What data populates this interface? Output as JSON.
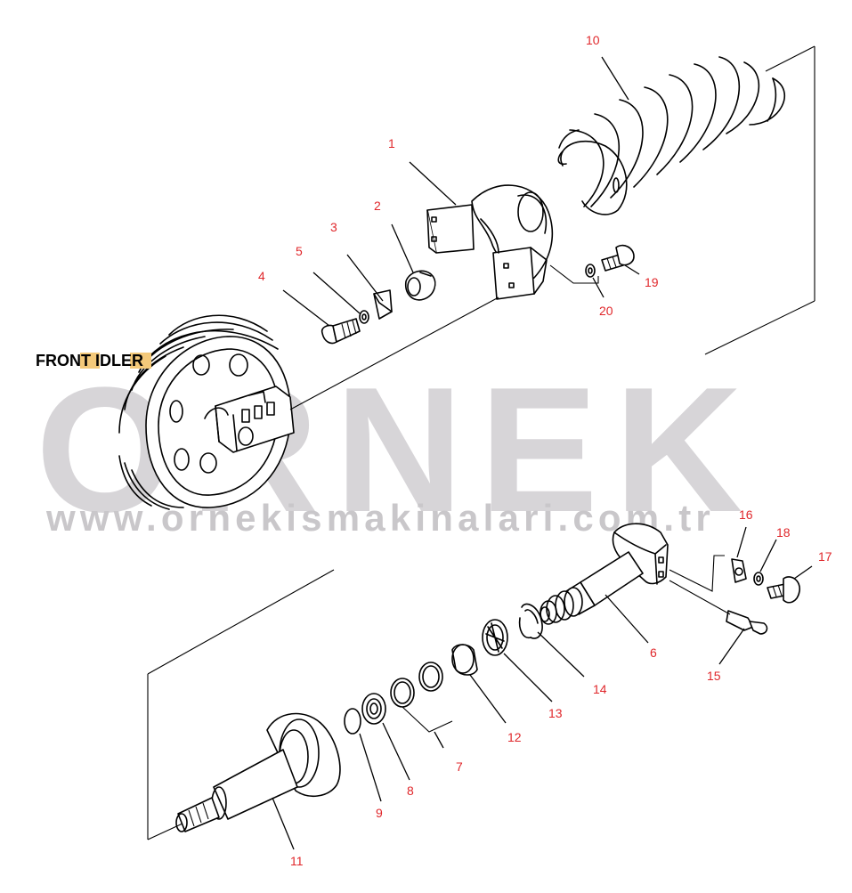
{
  "diagram": {
    "title": "FRONT IDLER",
    "watermark": {
      "brand": "ORNEK",
      "url": "www.ornekismakinalari.com.tr"
    },
    "callouts": [
      {
        "id": "c1",
        "text": "1"
      },
      {
        "id": "c2",
        "text": "2"
      },
      {
        "id": "c3",
        "text": "3"
      },
      {
        "id": "c4",
        "text": "4"
      },
      {
        "id": "c5",
        "text": "5"
      },
      {
        "id": "c6",
        "text": "6"
      },
      {
        "id": "c7",
        "text": "7"
      },
      {
        "id": "c8",
        "text": "8"
      },
      {
        "id": "c9",
        "text": "9"
      },
      {
        "id": "c10",
        "text": "10"
      },
      {
        "id": "c11",
        "text": "11"
      },
      {
        "id": "c12",
        "text": "12"
      },
      {
        "id": "c13",
        "text": "13"
      },
      {
        "id": "c14",
        "text": "14"
      },
      {
        "id": "c15",
        "text": "15"
      },
      {
        "id": "c16",
        "text": "16"
      },
      {
        "id": "c17",
        "text": "17"
      },
      {
        "id": "c18",
        "text": "18"
      },
      {
        "id": "c19",
        "text": "19"
      },
      {
        "id": "c20",
        "text": "20"
      }
    ],
    "colors": {
      "callout": "#e0272b",
      "ink": "#000000",
      "watermark": "#d7d5d8",
      "title_highlight": "#f4c97a"
    }
  }
}
